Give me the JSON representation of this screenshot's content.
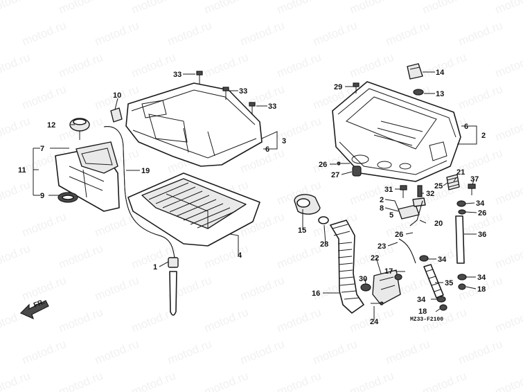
{
  "watermark": "motod.ru",
  "diagram_code": "MZ33-F2100",
  "front_marker": "FR.",
  "callouts": [
    "1",
    "2",
    "3",
    "4",
    "5",
    "6",
    "7",
    "8",
    "9",
    "10",
    "11",
    "12",
    "13",
    "14",
    "15",
    "16",
    "17",
    "18",
    "19",
    "20",
    "21",
    "22",
    "23",
    "24",
    "25",
    "26",
    "27",
    "28",
    "29",
    "30",
    "31",
    "32",
    "33",
    "34",
    "35",
    "36",
    "37"
  ]
}
